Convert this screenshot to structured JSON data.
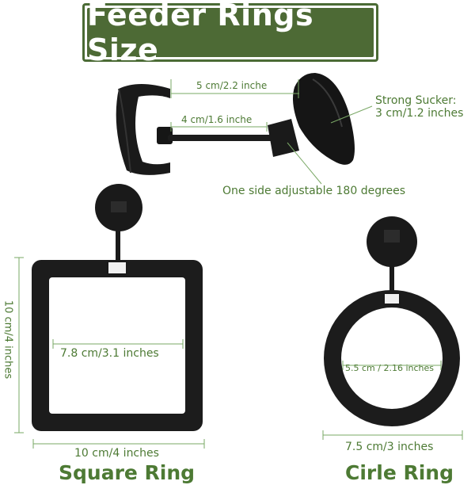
{
  "title": "Feeder Rings Size",
  "sucker": {
    "length_outer": "5 cm/2.2 inche",
    "length_inner": "4 cm/1.6 inche",
    "strong_sucker_line1": "Strong Sucker:",
    "strong_sucker_line2": "3 cm/1.2 inches",
    "adjustable": "One side adjustable 180 degrees"
  },
  "square_ring": {
    "height": "10 cm/4 inches",
    "inner": "7.8 cm/3.1 inches",
    "width": "10 cm/4 inches",
    "caption": "Square Ring"
  },
  "circle_ring": {
    "inner": "5.5 cm / 2.16 inches",
    "width": "7.5 cm/3 inches",
    "caption": "Cirle Ring"
  },
  "colors": {
    "accent_green": "#4d7a34",
    "banner_green": "#4d6a35",
    "product_black": "#1b1b1b"
  }
}
